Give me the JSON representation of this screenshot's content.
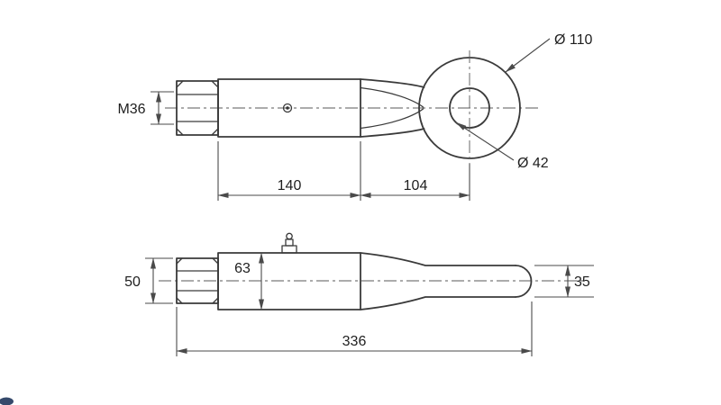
{
  "colors": {
    "background": "#ffffff",
    "outline": "#3a3a3a",
    "dimension": "#4a4a4a",
    "centerline": "#5a5a5a"
  },
  "side_view": {
    "thread": "M36",
    "body_length": "140",
    "neck_length": "104",
    "eye_outer_diameter": "Ø 110",
    "eye_inner_diameter": "Ø 42"
  },
  "plan_view": {
    "nut_width": "50",
    "body_diameter": "63",
    "eye_thickness": "35",
    "total_length": "336"
  }
}
